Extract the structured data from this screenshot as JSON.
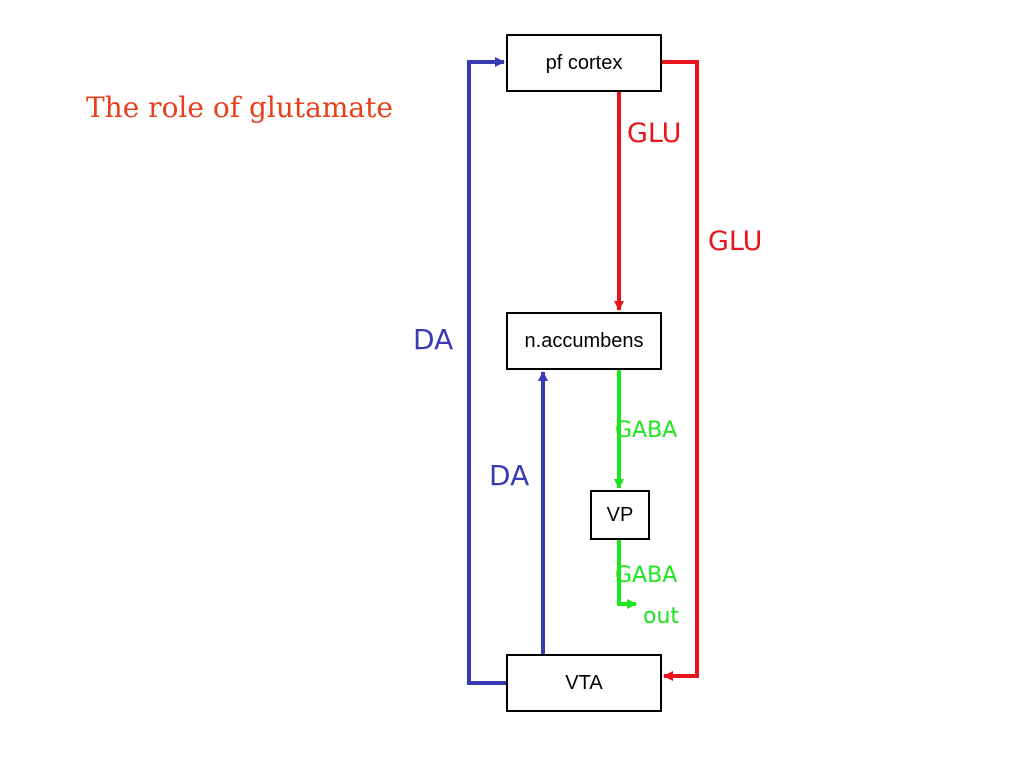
{
  "title": "The role of glutamate",
  "colors": {
    "title": "#e8401c",
    "glu": "#e8161c",
    "da": "#3a3ab4",
    "gaba": "#1ee61e"
  },
  "nodes": {
    "pf_cortex": "pf cortex",
    "n_accumbens": "n.accumbens",
    "vp": "VP",
    "vta": "VTA"
  },
  "labels": {
    "glu_inner": "GLU",
    "glu_outer": "GLU",
    "da_outer": "DA",
    "da_inner": "DA",
    "gaba_upper": "GABA",
    "gaba_lower": "GABA",
    "out": "out"
  }
}
